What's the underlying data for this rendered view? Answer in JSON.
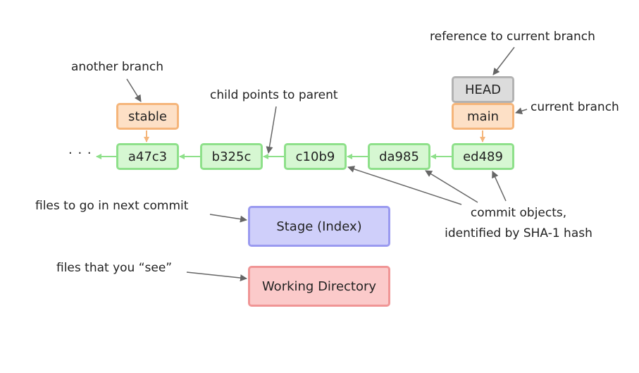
{
  "colors": {
    "commit_fill": "#d6f7d2",
    "commit_border": "#8ee08a",
    "branch_fill": "#fde0c6",
    "branch_border": "#f5b57a",
    "head_fill": "#dcdcdc",
    "head_border": "#b3b3b3",
    "stage_fill": "#cfcffa",
    "stage_border": "#9a9af0",
    "working_fill": "#fbcaca",
    "working_border": "#f09595",
    "annotation_arrow": "#666666"
  },
  "ellipsis": "· · ·",
  "commits": [
    "a47c3",
    "b325c",
    "c10b9",
    "da985",
    "ed489"
  ],
  "branches": {
    "stable": "stable",
    "main": "main",
    "head": "HEAD"
  },
  "areas": {
    "stage": "Stage (Index)",
    "working": "Working Directory"
  },
  "annotations": {
    "another_branch": "another branch",
    "child_points_to_parent": "child points to parent",
    "reference_to_current_branch": "reference to current branch",
    "current_branch": "current branch",
    "commit_objects_line1": "commit objects,",
    "commit_objects_line2": "identified by SHA-1 hash",
    "files_next_commit": "files to go in next commit",
    "files_you_see": "files that you “see”"
  }
}
